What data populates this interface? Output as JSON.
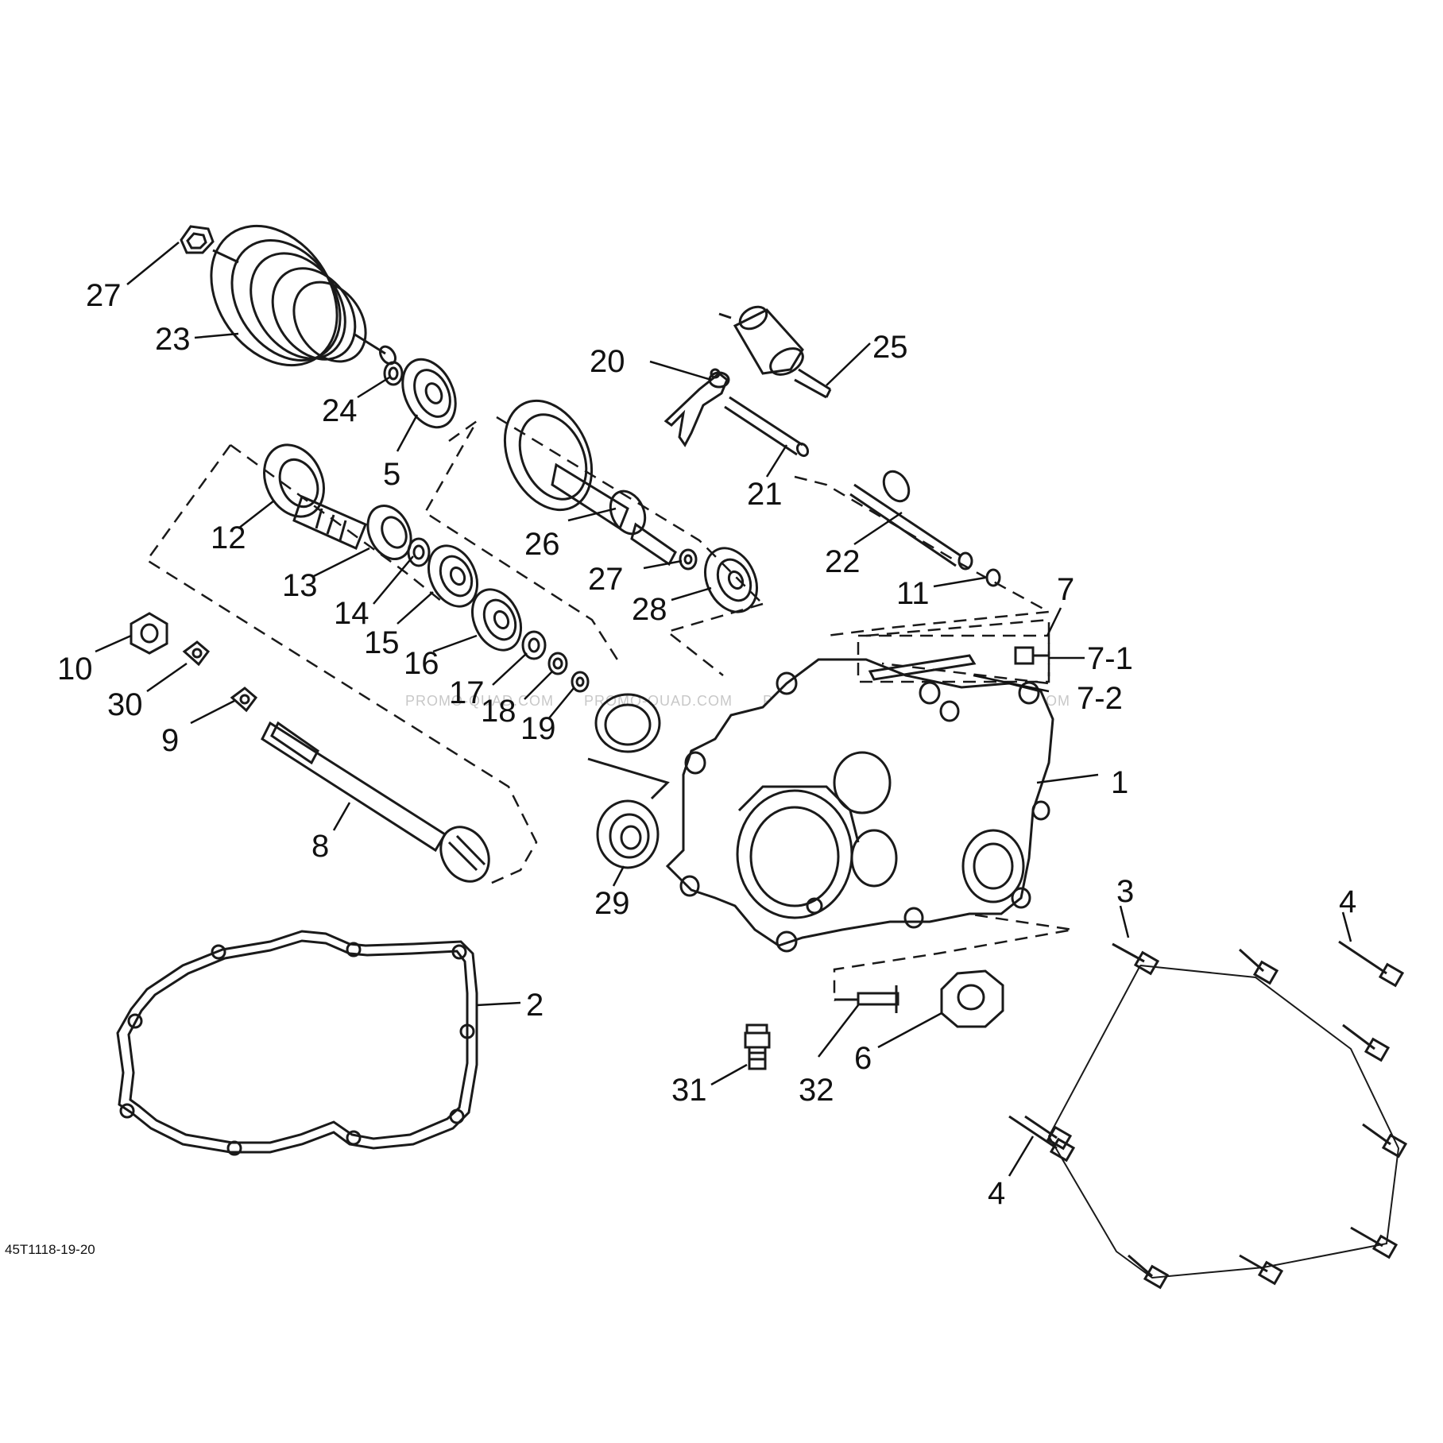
{
  "diagram": {
    "reference_code": "45T1118-19-20",
    "watermark": "PROMO-QUAD.COM",
    "callouts": [
      {
        "id": "c-27a",
        "label": "27"
      },
      {
        "id": "c-23",
        "label": "23"
      },
      {
        "id": "c-24",
        "label": "24"
      },
      {
        "id": "c-5",
        "label": "5"
      },
      {
        "id": "c-20",
        "label": "20"
      },
      {
        "id": "c-25",
        "label": "25"
      },
      {
        "id": "c-21",
        "label": "21"
      },
      {
        "id": "c-12",
        "label": "12"
      },
      {
        "id": "c-26",
        "label": "26"
      },
      {
        "id": "c-22",
        "label": "22"
      },
      {
        "id": "c-13",
        "label": "13"
      },
      {
        "id": "c-27b",
        "label": "27"
      },
      {
        "id": "c-11",
        "label": "11"
      },
      {
        "id": "c-7",
        "label": "7"
      },
      {
        "id": "c-14",
        "label": "14"
      },
      {
        "id": "c-28",
        "label": "28"
      },
      {
        "id": "c-15",
        "label": "15"
      },
      {
        "id": "c-16",
        "label": "16"
      },
      {
        "id": "c-7-1",
        "label": "7-1"
      },
      {
        "id": "c-10",
        "label": "10"
      },
      {
        "id": "c-17",
        "label": "17"
      },
      {
        "id": "c-30",
        "label": "30"
      },
      {
        "id": "c-18",
        "label": "18"
      },
      {
        "id": "c-7-2",
        "label": "7-2"
      },
      {
        "id": "c-19",
        "label": "19"
      },
      {
        "id": "c-9",
        "label": "9"
      },
      {
        "id": "c-1",
        "label": "1"
      },
      {
        "id": "c-8",
        "label": "8"
      },
      {
        "id": "c-29",
        "label": "29"
      },
      {
        "id": "c-3",
        "label": "3"
      },
      {
        "id": "c-4a",
        "label": "4"
      },
      {
        "id": "c-2",
        "label": "2"
      },
      {
        "id": "c-6",
        "label": "6"
      },
      {
        "id": "c-31",
        "label": "31"
      },
      {
        "id": "c-32",
        "label": "32"
      },
      {
        "id": "c-4b",
        "label": "4"
      }
    ]
  }
}
